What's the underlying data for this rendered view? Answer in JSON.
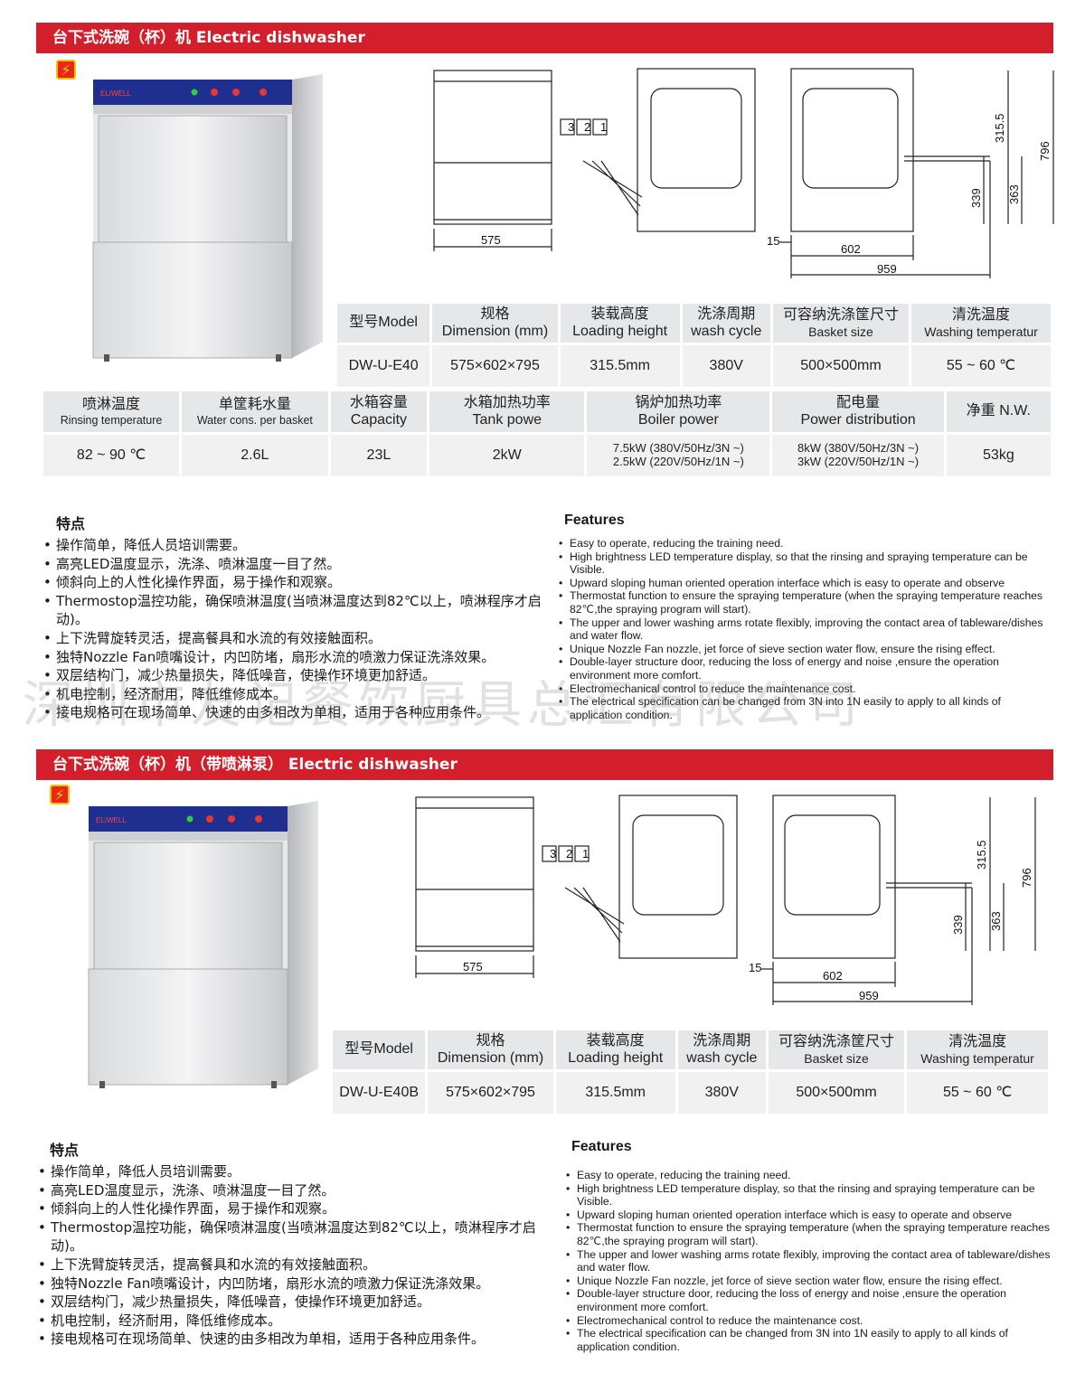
{
  "section1": {
    "banner": "台下式洗碗（杯）机 Electric dishwasher",
    "diagram": {
      "width": "575",
      "depth": "602",
      "total_depth": "959",
      "offset": "15",
      "height_total": "796",
      "loading": "315.5",
      "h339": "339",
      "h363": "363",
      "callouts": [
        "3",
        "2",
        "1"
      ]
    },
    "table1": {
      "headers": [
        {
          "zh": "型号Model",
          "en": ""
        },
        {
          "zh": "规格",
          "en": "Dimension (mm)"
        },
        {
          "zh": "装载高度",
          "en": "Loading height"
        },
        {
          "zh": "洗涤周期",
          "en": "wash cycle"
        },
        {
          "zh": "可容纳洗涤筐尺寸",
          "en": "Basket size"
        },
        {
          "zh": "清洗温度",
          "en": "Washing temperatur"
        }
      ],
      "row": [
        "DW-U-E40",
        "575×602×795",
        "315.5mm",
        "380V",
        "500×500mm",
        "55 ~ 60 ℃"
      ]
    },
    "table2": {
      "headers": [
        {
          "zh": "喷淋温度",
          "en": "Rinsing temperature"
        },
        {
          "zh": "单筐耗水量",
          "en": "Water cons. per basket"
        },
        {
          "zh": "水箱容量",
          "en": "Capacity"
        },
        {
          "zh": "水箱加热功率",
          "en": "Tank powe"
        },
        {
          "zh": "锅炉加热功率",
          "en": "Boiler power"
        },
        {
          "zh": "配电量",
          "en": "Power distribution"
        },
        {
          "zh": "净重 N.W.",
          "en": ""
        }
      ],
      "row": [
        "82 ~ 90 ℃",
        "2.6L",
        "23L",
        "2kW",
        "7.5kW (380V/50Hz/3N ~)\n2.5kW (220V/50Hz/1N ~)",
        "8kW (380V/50Hz/3N ~)\n3kW (220V/50Hz/1N ~)",
        "53kg"
      ]
    },
    "features_zh_title": "特点",
    "features_en_title": "Features"
  },
  "section2": {
    "banner": "台下式洗碗（杯）机（带喷淋泵） Electric dishwasher",
    "diagram": {
      "width": "575",
      "depth": "602",
      "total_depth": "959",
      "offset": "15",
      "height_total": "796",
      "loading": "315.5",
      "h339": "339",
      "h363": "363",
      "callouts": [
        "3",
        "2",
        "1"
      ]
    },
    "table1": {
      "headers": [
        {
          "zh": "型号Model",
          "en": ""
        },
        {
          "zh": "规格",
          "en": "Dimension (mm)"
        },
        {
          "zh": "装载高度",
          "en": "Loading height"
        },
        {
          "zh": "洗涤周期",
          "en": "wash cycle"
        },
        {
          "zh": "可容纳洗涤筐尺寸",
          "en": "Basket size"
        },
        {
          "zh": "清洗温度",
          "en": "Washing temperatur"
        }
      ],
      "row": [
        "DW-U-E40B",
        "575×602×795",
        "315.5mm",
        "380V",
        "500×500mm",
        "55 ~ 60 ℃"
      ]
    },
    "features_zh_title": "特点",
    "features_en_title": "Features"
  },
  "features_zh": [
    "操作简单，降低人员培训需要。",
    "高亮LED温度显示，洗涤、喷淋温度一目了然。",
    "倾斜向上的人性化操作界面，易于操作和观察。",
    "Thermostop温控功能，确保喷淋温度(当喷淋温度达到82℃以上，喷淋程序才启动)。",
    "上下洗臂旋转灵活，提高餐具和水流的有效接触面积。",
    "独特Nozzle Fan喷嘴设计，内凹防堵，扇形水流的喷激力保证洗涤效果。",
    "双层结构门，减少热量损失，降低噪音，使操作环境更加舒适。",
    "机电控制，经济耐用，降低维修成本。",
    "接电规格可在现场简单、快速的由多相改为单相，适用于各种应用条件。"
  ],
  "features_en": [
    "Easy to operate, reducing the training need.",
    "High brightness LED temperature display, so that the rinsing and spraying temperature can be Visible.",
    "Upward sloping human oriented operation interface which is easy to operate and observe",
    "Thermostat function to ensure the spraying temperature (when the spraying temperature reaches 82℃,the spraying program will start).",
    "The upper and lower washing arms rotate flexibly, improving the contact area of tableware/dishes and water flow.",
    "Unique Nozzle Fan nozzle, jet force of sieve section water flow, ensure the rising effect.",
    "Double-layer structure door, reducing the loss of energy and noise ,ensure the operation environment more comfort.",
    "Electromechanical control to reduce the maintenance cost.",
    "The electrical specification can be changed from 3N into 1N easily to apply to all kinds of application condition."
  ],
  "watermark": "深圳市友记餐饮厨具总汇有限公司",
  "icons": {
    "bolt": "lightning-bolt-icon"
  },
  "colors": {
    "banner": "#d21f2b",
    "header_cell": "#e6e7e9",
    "data_cell": "#f1f1f2",
    "panel_blue": "#1f2f8f"
  }
}
